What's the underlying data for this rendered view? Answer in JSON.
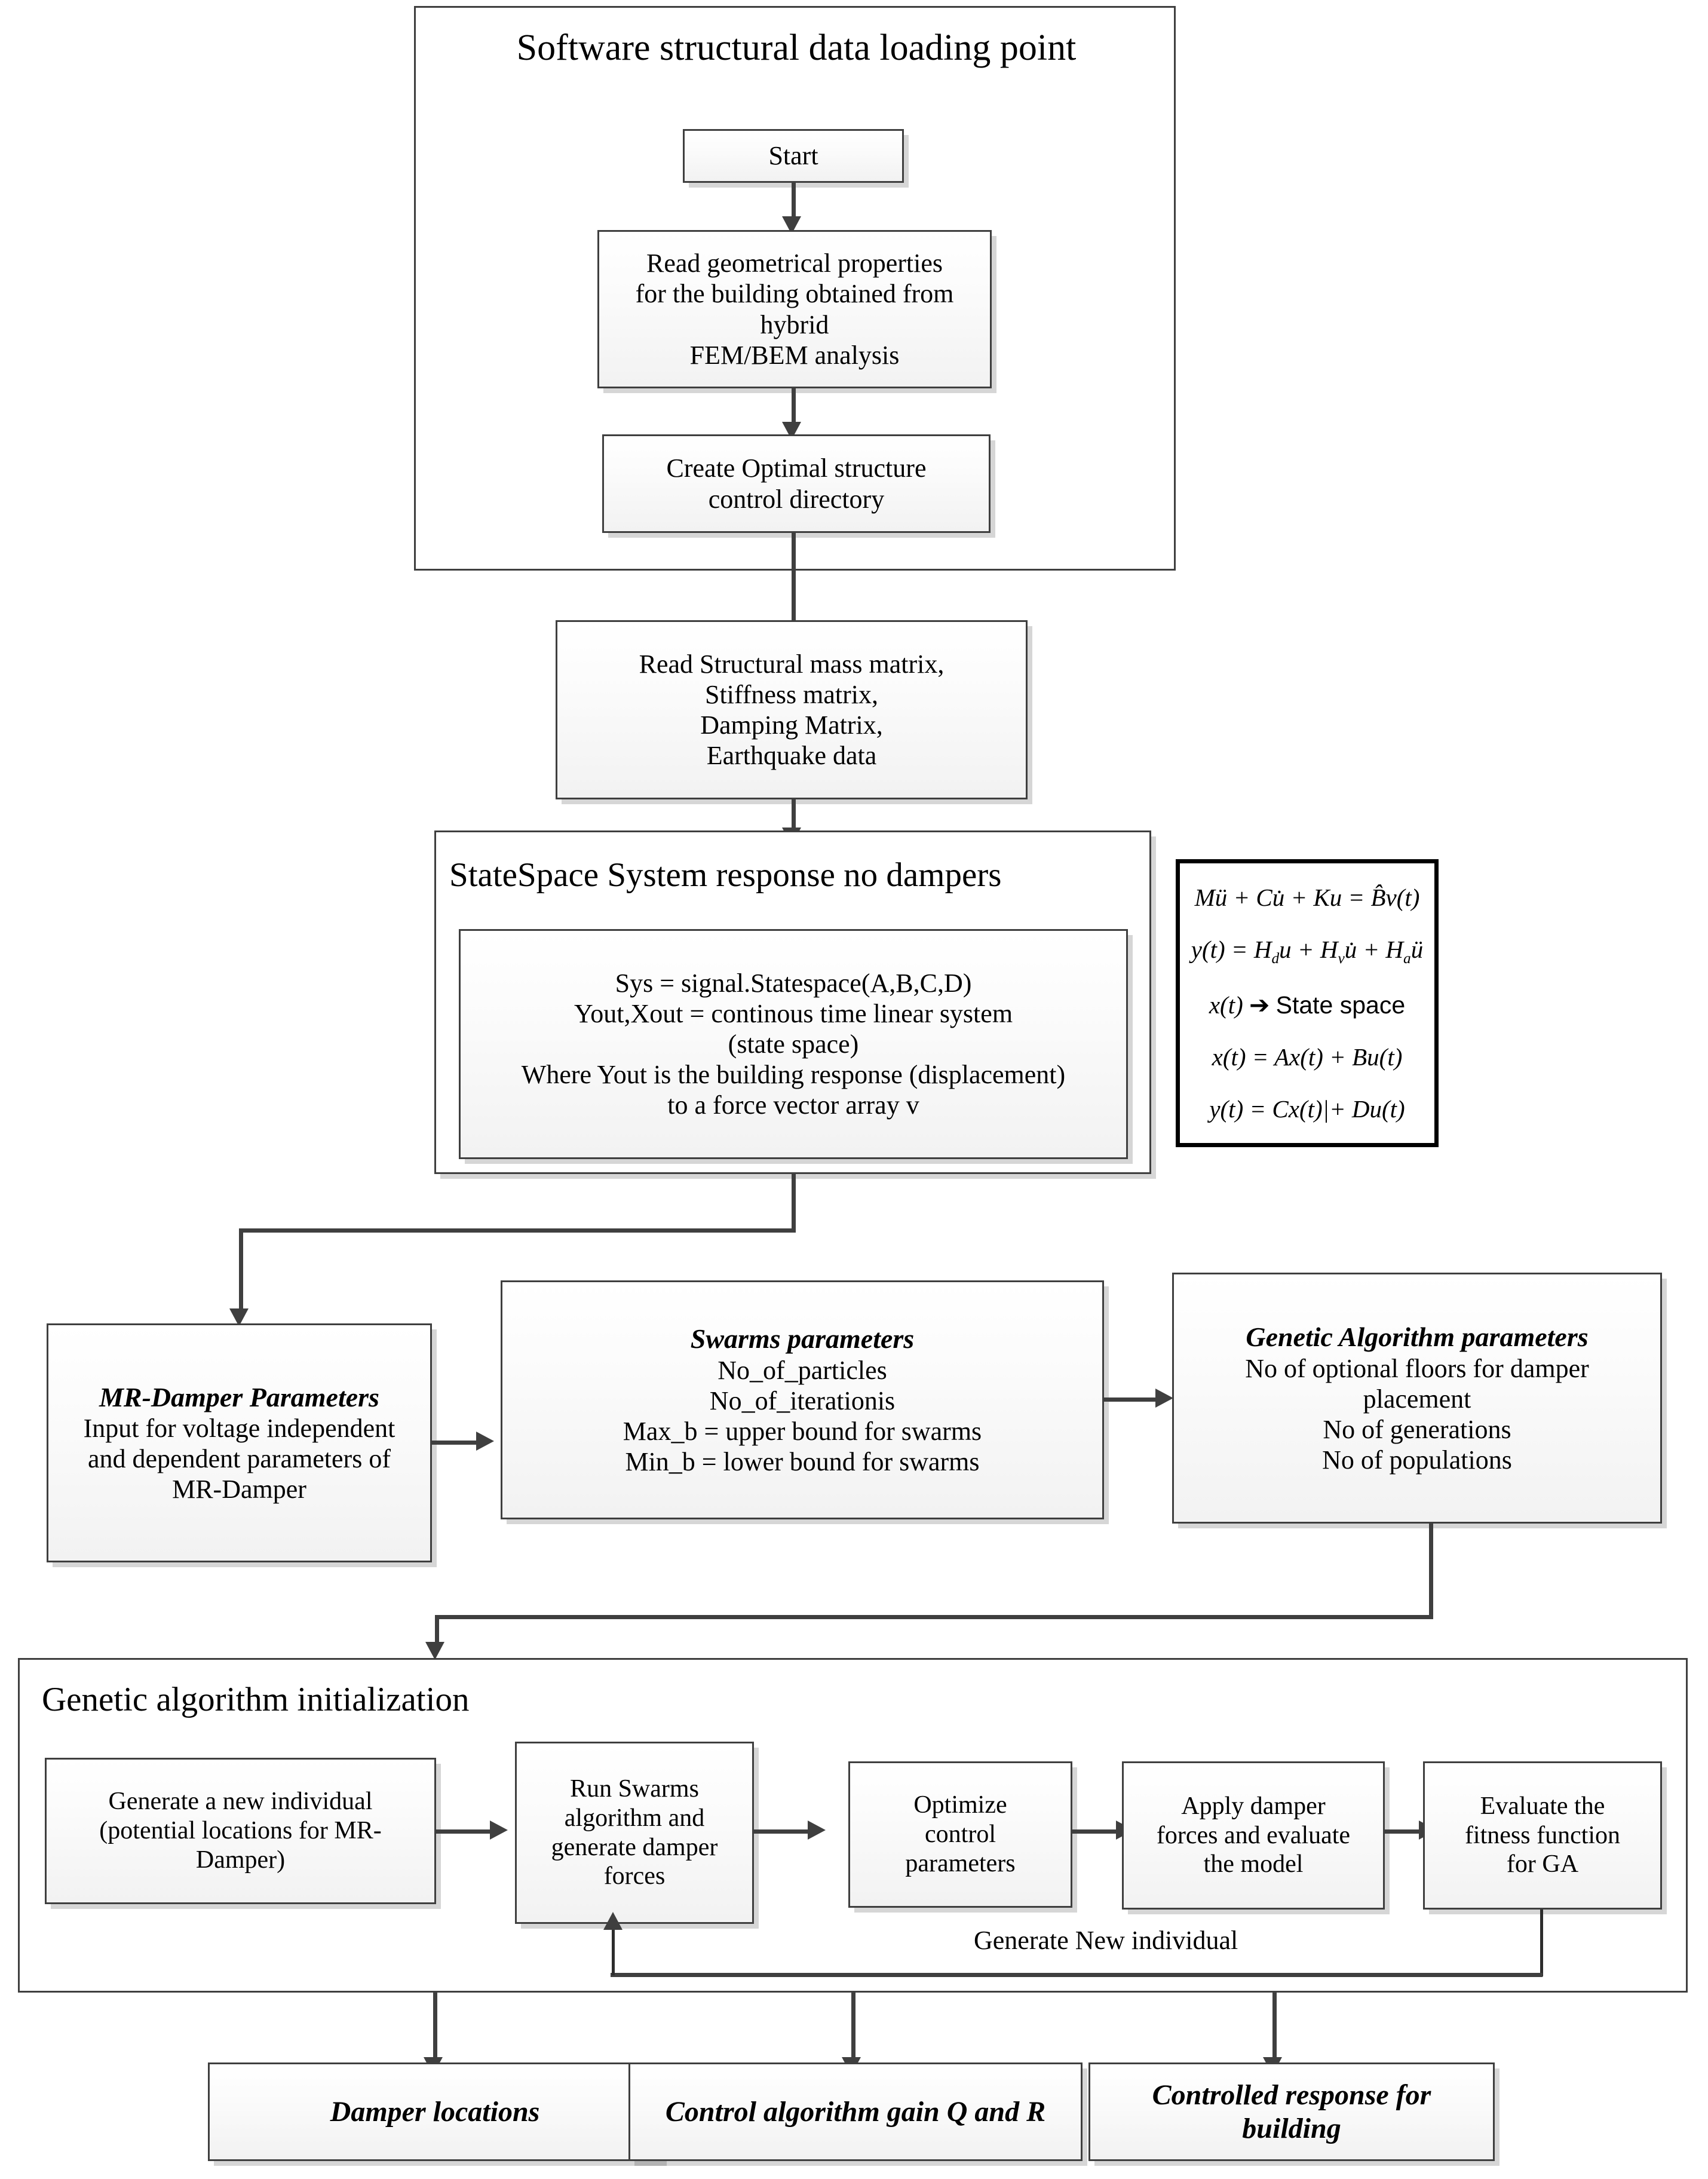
{
  "diagram": {
    "type": "flowchart",
    "title": "Software structural data loading point"
  },
  "section_loading": {
    "title": "Software structural data loading point",
    "start": "Start",
    "read_geometry": {
      "l1": "Read geometrical properties",
      "l2": "for the building obtained from",
      "l3": "hybrid",
      "l4": "FEM/BEM analysis"
    },
    "create_dir": {
      "l1": "Create Optimal structure",
      "l2": "control directory"
    }
  },
  "read_matrices": {
    "l1": "Read Structural mass matrix,",
    "l2": "Stiffness matrix,",
    "l3": "Damping Matrix,",
    "l4": "Earthquake data"
  },
  "statespace": {
    "title": "StateSpace System response no dampers",
    "inner": {
      "l1": "Sys = signal.Statespace(A,B,C,D)",
      "l2": "Yout,Xout = continous time linear system",
      "l3": "(state space)",
      "l4": "Where Yout is the building response (displacement)",
      "l5": "to a force vector array v"
    }
  },
  "equations": {
    "eq1": "Mü + Cu̇ + Ku = B̂v(t)",
    "eq2": "y(t) = H_d u + H_v u̇ + H_a ü",
    "eq3": "x(t) ➔ State space",
    "eq4": "x(t) = Ax(t) + Bu(t)",
    "eq5": "y(t) = Cx(t)|+ Du(t)",
    "eq3_lhs": "x(t)",
    "eq3_arrow": "➔",
    "eq3_rhs": "State space"
  },
  "params": {
    "mr_damper": {
      "heading": "MR-Damper Parameters",
      "l1": "Input for voltage independent",
      "l2": "and dependent parameters of",
      "l3": "MR-Damper"
    },
    "swarms": {
      "heading": "Swarms parameters",
      "l1": "No_of_particles",
      "l2": "No_of_iterationis",
      "l3": "Max_b = upper bound for swarms",
      "l4": "Min_b = lower bound for swarms"
    },
    "genetic": {
      "heading": "Genetic Algorithm parameters",
      "l1": "No of optional floors for damper",
      "l2": "placement",
      "l3": "No of generations",
      "l4": "No of populations"
    }
  },
  "ga_init": {
    "title": "Genetic algorithm initialization",
    "feedback_label": "Generate New individual",
    "steps": [
      {
        "l1": "Generate a new individual",
        "l2": "(potential locations for MR-",
        "l3": "Damper)"
      },
      {
        "l1": "Run Swarms",
        "l2": "algorithm and",
        "l3": "generate damper",
        "l4": "forces"
      },
      {
        "l1": "Optimize",
        "l2": "control",
        "l3": "parameters"
      },
      {
        "l1": "Apply damper",
        "l2": "forces and evaluate",
        "l3": "the model"
      },
      {
        "l1": "Evaluate the",
        "l2": "fitness function",
        "l3": "for GA"
      }
    ]
  },
  "outputs": [
    {
      "l1": "Damper locations",
      "l2": ""
    },
    {
      "l1": "Control algorithm gain Q and R",
      "l2": ""
    },
    {
      "l1": "Controlled response for",
      "l2": "building"
    }
  ],
  "colors": {
    "stroke": "#3f3f3f",
    "box_fill": "#f5f5f5",
    "text": "#000000"
  }
}
